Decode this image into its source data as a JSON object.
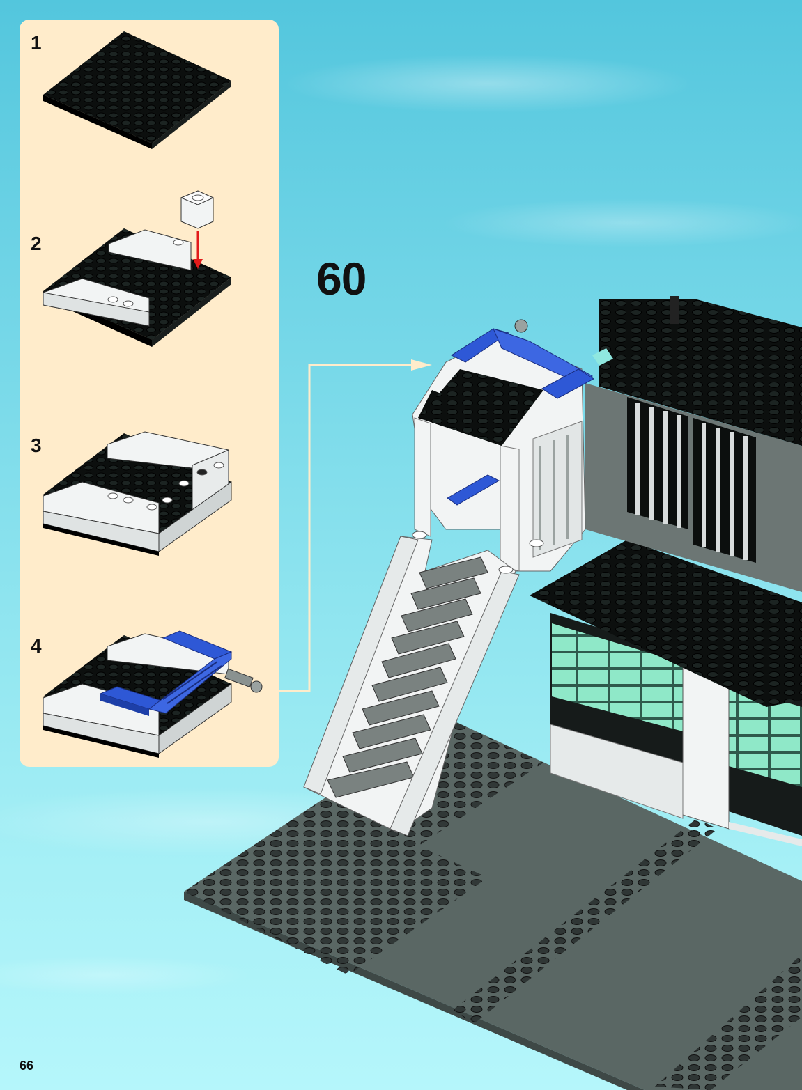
{
  "page": {
    "page_number": "66",
    "main_step_number": "60"
  },
  "substeps": [
    {
      "number": "1"
    },
    {
      "number": "2"
    },
    {
      "number": "3"
    },
    {
      "number": "4"
    }
  ],
  "colors": {
    "panel_background": "#ffeccb",
    "callout_line": "#ffeccb",
    "brick_black": "#0c0f0e",
    "brick_white": "#f2f4f4",
    "brick_blue": "#2e58d6",
    "baseplate_gray": "#5a6764",
    "glass_green": "#8fe8c8",
    "arrow_red": "#e21b1b"
  },
  "icons": [
    "arrow-down-icon",
    "arrow-right-icon"
  ]
}
